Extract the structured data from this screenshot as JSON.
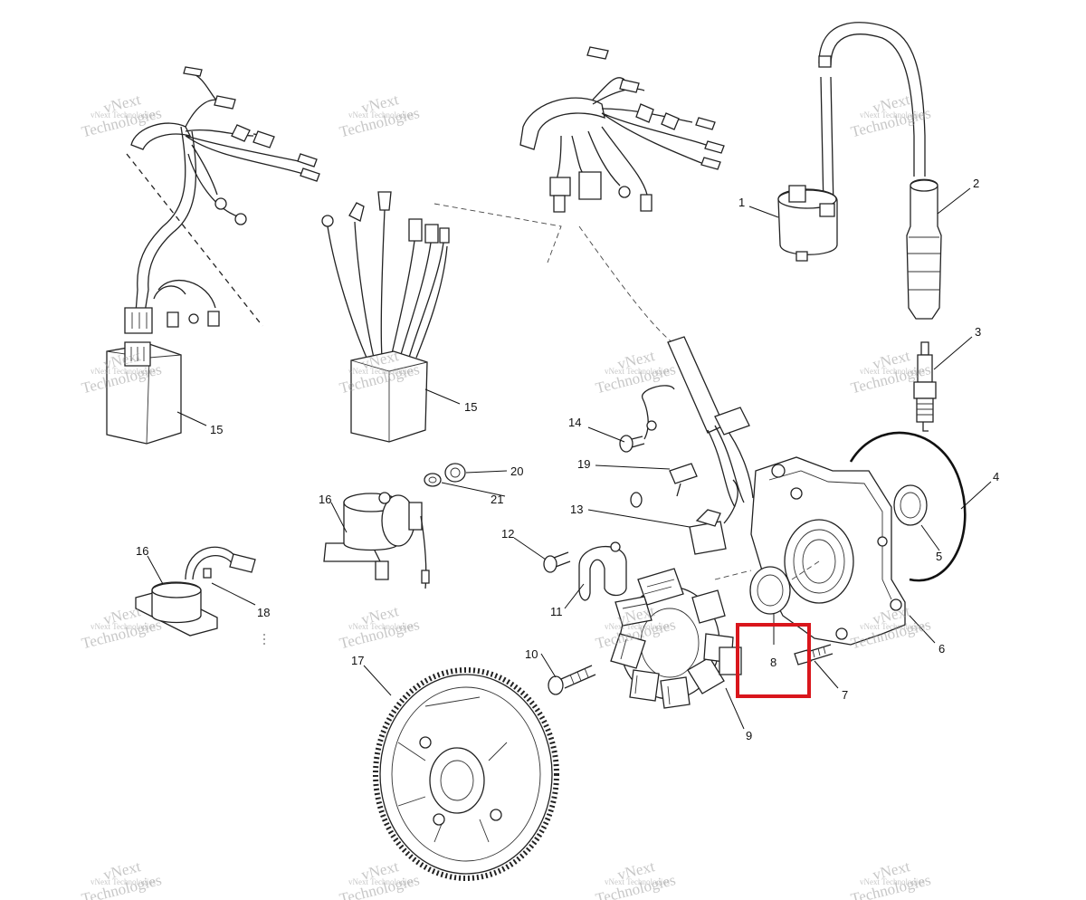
{
  "watermark": {
    "line1": "vNext",
    "line2": "Technologies",
    "small": "vNext Technologies"
  },
  "callouts": [
    "1",
    "2",
    "3",
    "4",
    "5",
    "6",
    "7",
    "8",
    "9",
    "10",
    "11",
    "12",
    "13",
    "14",
    "15",
    "15",
    "16",
    "16",
    "17",
    "18",
    "19",
    "20",
    "21"
  ],
  "highlight": {
    "part": "8",
    "color": "#d9161c"
  },
  "colors": {
    "line": "#222222",
    "watermark": "#9a9a9a",
    "background": "#ffffff"
  }
}
